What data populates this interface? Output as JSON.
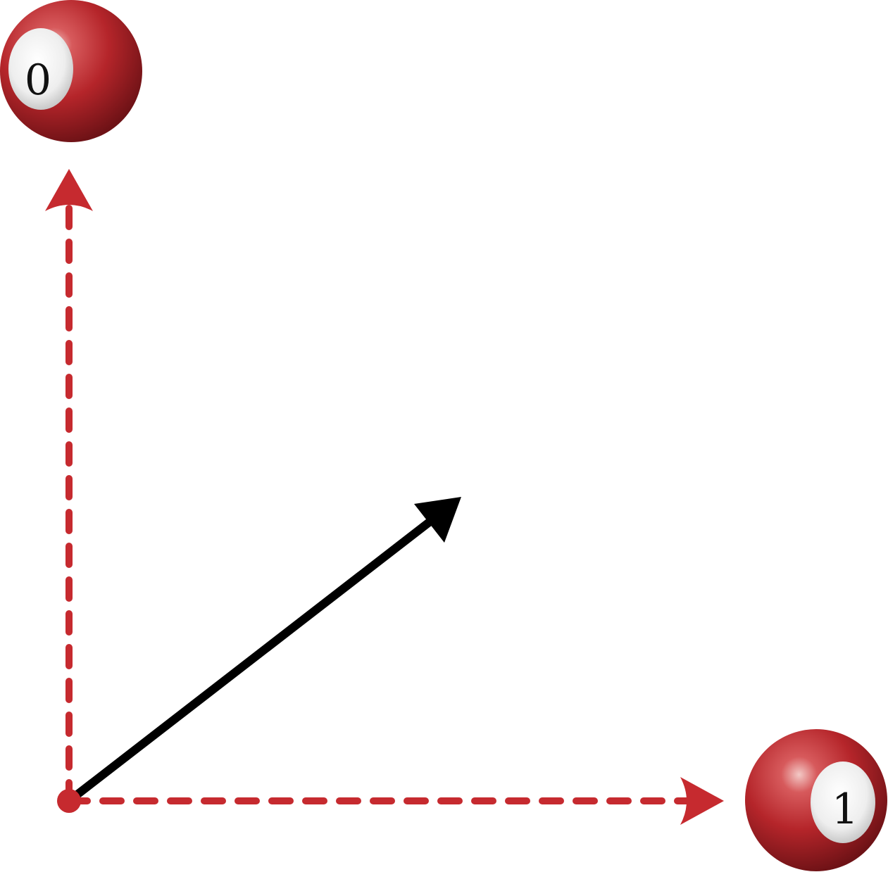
{
  "colors": {
    "background": "#ffffff",
    "basis_arrow": "#c62a2f",
    "state_arrow": "#000000",
    "ball_red": "#b5252a",
    "ball_dark": "#6e1216",
    "ball_highlight": "#f3c9c6",
    "number_patch": "#f2f2f2"
  },
  "balls": {
    "zero": {
      "label": "0",
      "icon": "billiard-ball"
    },
    "one": {
      "label": "1",
      "icon": "billiard-ball"
    }
  },
  "arrows": {
    "vertical": {
      "style": "dashed",
      "direction": "up",
      "points_to": "0"
    },
    "horizontal": {
      "style": "dashed",
      "direction": "right",
      "points_to": "1"
    },
    "state": {
      "style": "solid",
      "direction": "up-right"
    }
  },
  "origin": {
    "icon": "origin-dot"
  }
}
